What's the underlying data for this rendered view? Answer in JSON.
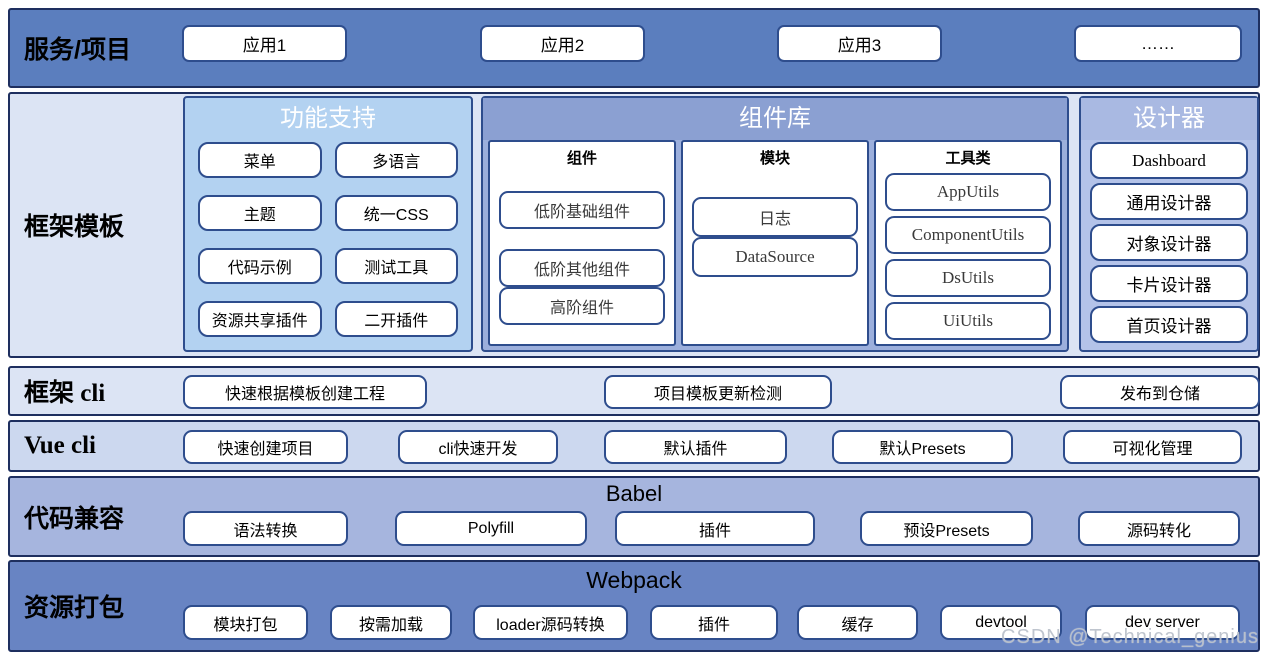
{
  "colors": {
    "row_blue": "#5b7ebe",
    "row_light": "#dce4f4",
    "row_light2": "#ccd8ef",
    "row_medium": "#a6b5de",
    "row_dark": "#6884c3",
    "panel_sky": "#b3d2f1",
    "panel_mid": "#9cafdc",
    "panel_mid_head": "#8ba0d2",
    "panel_lav": "#b4c3e9",
    "panel_lav_head": "#a9b9e2",
    "row_border": "#1e2f5f",
    "box_border": "#2e4d8d",
    "sub_text": "#3a3a3a"
  },
  "watermark": "CSDN @Technical_genius",
  "services": {
    "label": "服务/项目",
    "items": [
      "应用1",
      "应用2",
      "应用3",
      "……"
    ]
  },
  "template": {
    "label": "框架模板",
    "feature": {
      "title": "功能支持",
      "items": [
        "菜单",
        "多语言",
        "主题",
        "统一CSS",
        "代码示例",
        "测试工具",
        "资源共享插件",
        "二开插件"
      ]
    },
    "components": {
      "title": "组件库",
      "comp": {
        "title": "组件",
        "items": [
          "低阶基础组件",
          "低阶其他组件",
          "高阶组件"
        ]
      },
      "module": {
        "title": "模块",
        "items": [
          "日志",
          "DataSource"
        ]
      },
      "utils": {
        "title": "工具类",
        "items": [
          "AppUtils",
          "ComponentUtils",
          "DsUtils",
          "UiUtils"
        ]
      }
    },
    "designer": {
      "title": "设计器",
      "items": [
        "Dashboard",
        "通用设计器",
        "对象设计器",
        "卡片设计器",
        "首页设计器"
      ]
    }
  },
  "framework_cli": {
    "label_zh": "框架",
    "label_en": " cli",
    "items": [
      "快速根据模板创建工程",
      "项目模板更新检测",
      "发布到仓储"
    ]
  },
  "vue_cli": {
    "label": "Vue cli",
    "items": [
      "快速创建项目",
      "cli快速开发",
      "默认插件",
      "默认Presets",
      "可视化管理"
    ]
  },
  "babel": {
    "label": "代码兼容",
    "title": "Babel",
    "items": [
      "语法转换",
      "Polyfill",
      "插件",
      "预设Presets",
      "源码转化"
    ]
  },
  "webpack": {
    "label": "资源打包",
    "title": "Webpack",
    "items": [
      "模块打包",
      "按需加载",
      "loader源码转换",
      "插件",
      "缓存",
      "devtool",
      "dev server"
    ]
  }
}
